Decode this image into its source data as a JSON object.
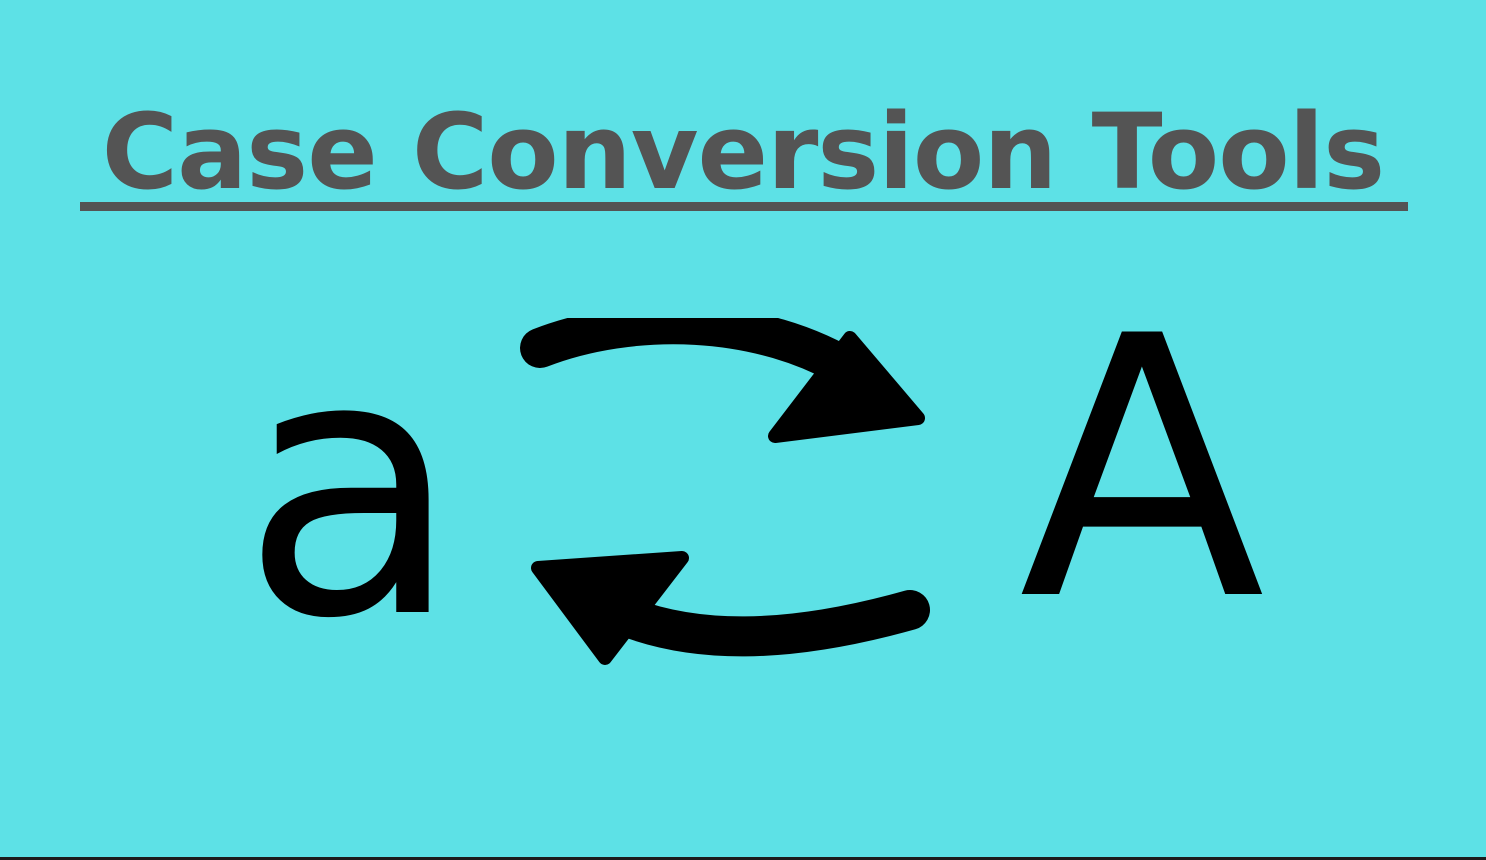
{
  "title": "Case Conversion Tools",
  "illustration": {
    "lowercase_letter": "a",
    "uppercase_letter": "A",
    "icon": "swap-arrows-icon"
  },
  "colors": {
    "background": "#5de1e6",
    "title_text": "#545454",
    "glyphs": "#000000"
  }
}
